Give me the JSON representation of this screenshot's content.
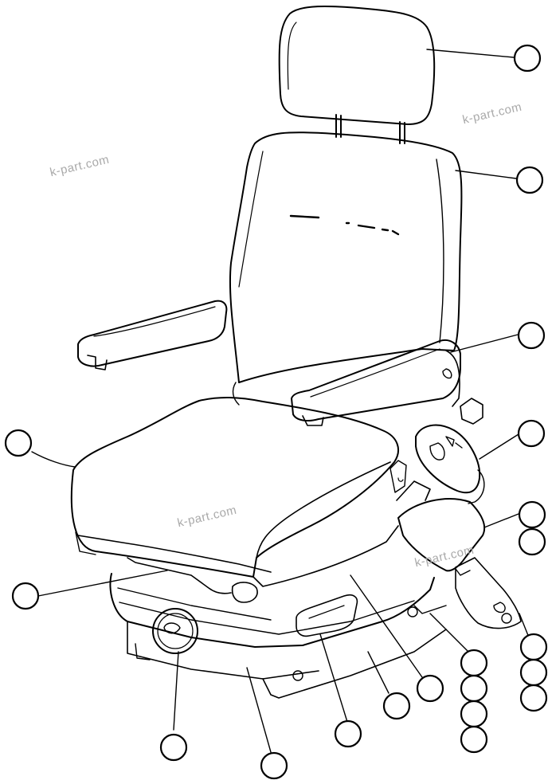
{
  "watermark": {
    "text": "k-part.com"
  },
  "callouts": [
    {
      "id": "headrest"
    },
    {
      "id": "backrest"
    },
    {
      "id": "right-armrest"
    },
    {
      "id": "seat-cushion"
    },
    {
      "id": "seatbelt-retractor"
    },
    {
      "id": "seatbelt-buckle-1"
    },
    {
      "id": "seatbelt-buckle-2"
    },
    {
      "id": "slide-lever"
    },
    {
      "id": "weight-adjust-knob"
    },
    {
      "id": "suspension-bellows"
    },
    {
      "id": "front-handle"
    },
    {
      "id": "base-rail"
    },
    {
      "id": "side-cover"
    },
    {
      "id": "bolt-1"
    },
    {
      "id": "bolt-2"
    },
    {
      "id": "bolt-3"
    },
    {
      "id": "bolt-4"
    },
    {
      "id": "anchor-1"
    },
    {
      "id": "anchor-2"
    },
    {
      "id": "anchor-3"
    }
  ],
  "colors": {
    "line": "#000000",
    "background": "#ffffff",
    "watermark": "#a9a9a9"
  }
}
